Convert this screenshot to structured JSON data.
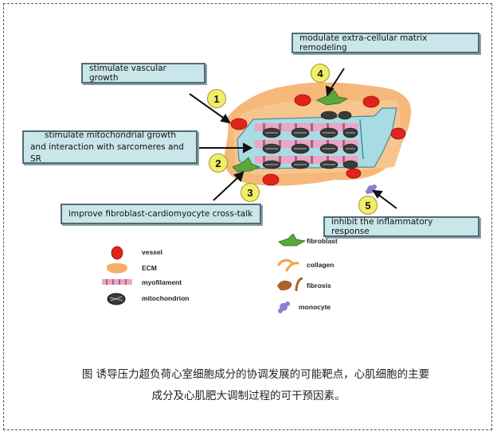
{
  "callouts": {
    "modulate": "modulate extra-cellular matrix remodeling",
    "vascular": "stimulate vascular growth",
    "mito_line1": "stimulate mitochondrial growth",
    "mito_line2": "and  interaction with sarcomeres and SR",
    "crosstalk": "improve fibroblast-cardiomyocyte cross-talk",
    "inflammatory": "inhibit the inflammatory response"
  },
  "numbers": [
    "1",
    "2",
    "3",
    "4",
    "5"
  ],
  "legend": {
    "vessel": "vessel",
    "ecm": "ECM",
    "myofilament": "myofilament",
    "mitochondrion": "mitochondrion",
    "fibroblast": "fibroblast",
    "collagen": "collagen",
    "fibrosis": "fibrosis",
    "monocyte": "monocyte"
  },
  "caption": {
    "line1": "图 诱导压力超负荷心室细胞成分的协调发展的可能靶点，心肌细胞的主要",
    "line2": "成分及心肌肥大调制过程的可干预因素。"
  },
  "colors": {
    "box_fill": "#c9e6ea",
    "ecm": "#f4b06a",
    "vessel": "#e0241c",
    "myofilament": "#e8a7c4",
    "fibroblast": "#5aa83a",
    "number_badge": "#f0ee6a"
  }
}
